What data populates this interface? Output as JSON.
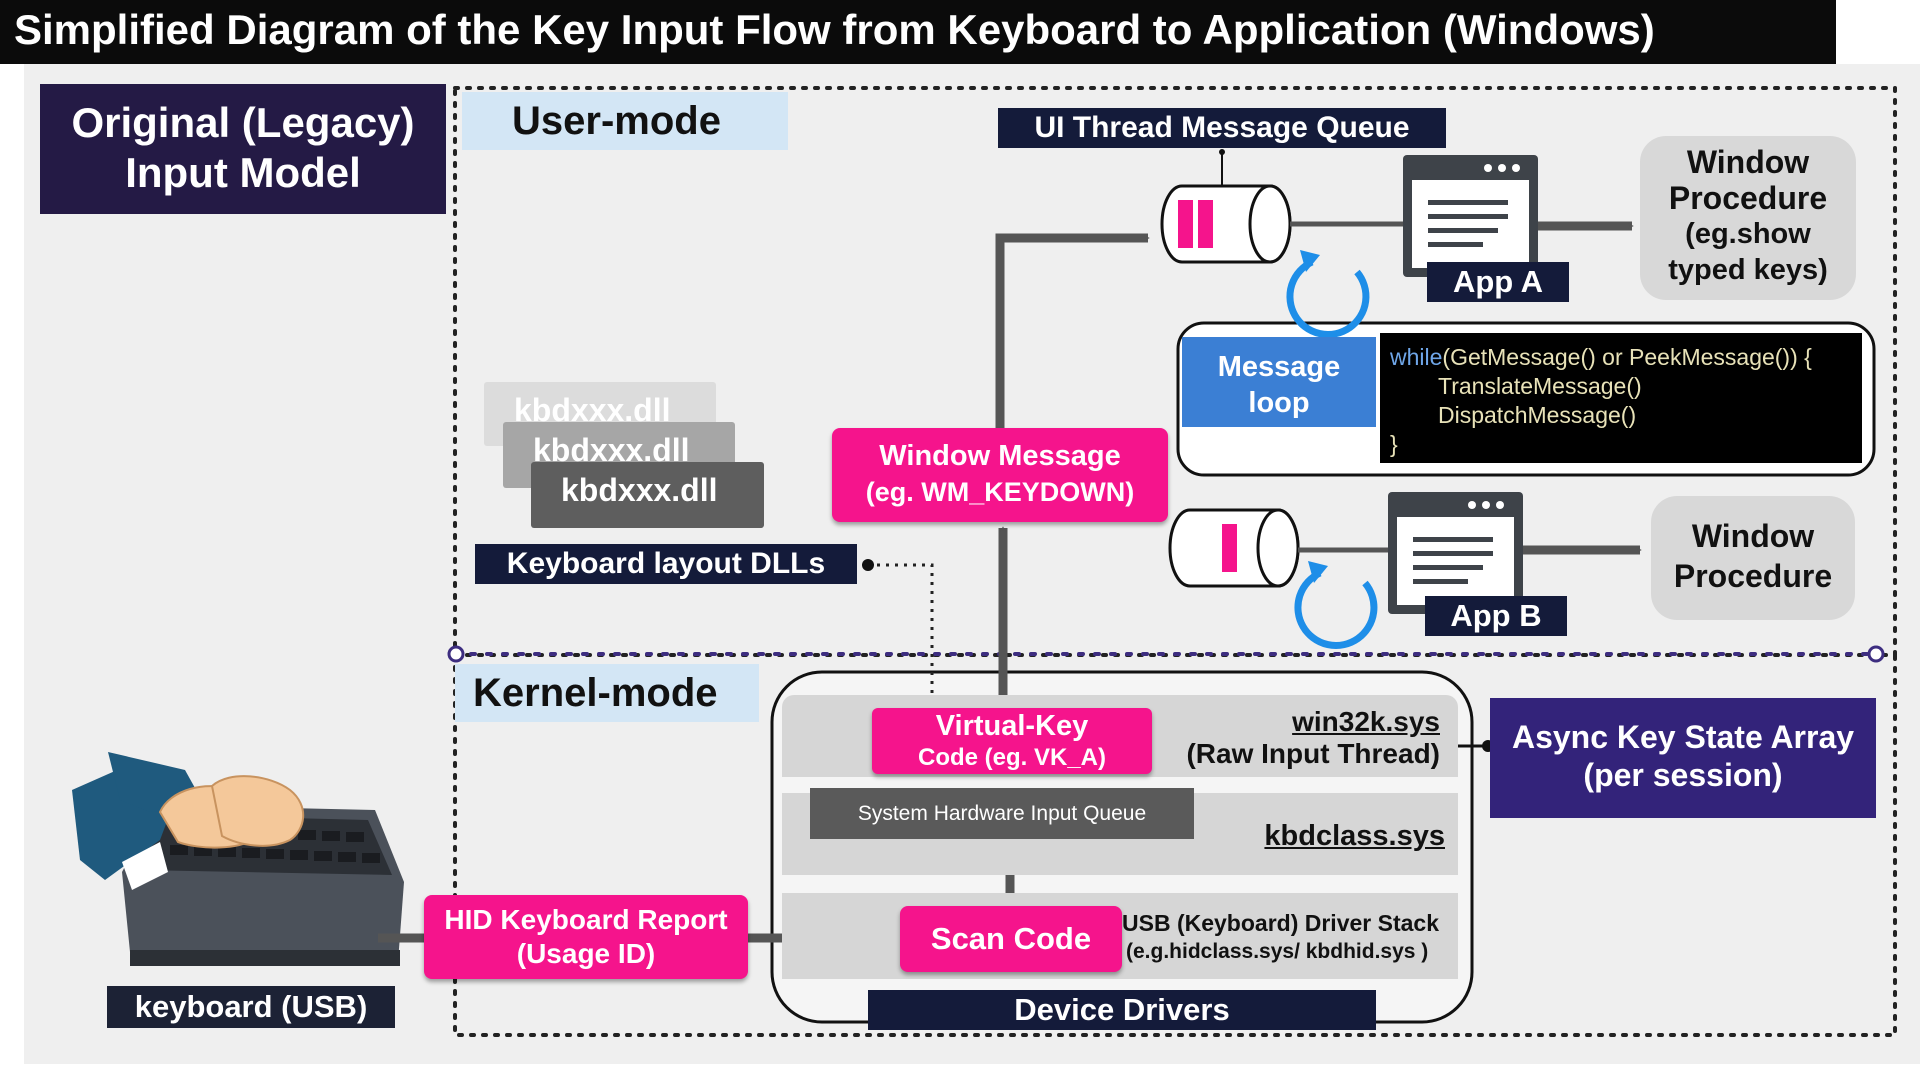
{
  "title": "Simplified Diagram of the Key Input Flow from Keyboard to Application (Windows)",
  "legacy_model": {
    "line1": "Original (Legacy)",
    "line2": "Input Model"
  },
  "modes": {
    "user": "User-mode",
    "kernel": "Kernel-mode"
  },
  "user_mode": {
    "ui_queue_label": "UI Thread Message Queue",
    "app_a": {
      "label": "App A",
      "procedure_lines": [
        "Window",
        "Procedure",
        "(eg.show",
        "typed keys)"
      ]
    },
    "app_b": {
      "label": "App B",
      "procedure_lines": [
        "Window",
        "Procedure"
      ]
    },
    "message_loop": {
      "label_lines": [
        "Message",
        "loop"
      ],
      "code": {
        "keyword": "while",
        "line1_rest": "(GetMessage() or PeekMessage()) {",
        "line2": "TranslateMessage()",
        "line3": "DispatchMessage()",
        "line4": "}"
      }
    },
    "window_message": {
      "line1": "Window Message",
      "line2": "(eg. WM_KEYDOWN)"
    },
    "keyboard_dlls": {
      "cards": [
        "kbdxxx.dll",
        "kbdxxx.dll",
        "kbdxxx.dll"
      ],
      "label": "Keyboard layout  DLLs"
    }
  },
  "kernel_mode": {
    "virtual_key": {
      "line1": "Virtual-Key",
      "line2": "Code (eg. VK_A)"
    },
    "win32k": {
      "name": "win32k.sys",
      "sub": "(Raw Input Thread)"
    },
    "hw_queue": "System Hardware Input Queue",
    "kbdclass": "kbdclass.sys",
    "scan_code": "Scan Code",
    "usb_stack": {
      "line1": "USB (Keyboard)  Driver Stack",
      "line2": "(e.g.hidclass.sys/ kbdhid.sys )"
    },
    "device_drivers": "Device Drivers"
  },
  "hid_report": {
    "line1": "HID Keyboard Report",
    "line2": "(Usage ID)"
  },
  "keyboard_label": "keyboard  (USB)",
  "async_key_state": {
    "line1": "Async Key State Array",
    "line2": "(per session)"
  },
  "colors": {
    "pink": "#f5148c",
    "navy": "#141b3a",
    "legacy_bg": "#241a45",
    "async_bg": "#33237a",
    "mode_label_bg": "#d3e6f5",
    "arrow_gray": "#555555",
    "loop_blue": "#1e8ee8",
    "message_loop_blue": "#3b7fd4"
  },
  "icons": [
    "keyboard-hands-icon",
    "app-window-icon",
    "loop-arrow-icon",
    "queue-cylinder-icon"
  ]
}
